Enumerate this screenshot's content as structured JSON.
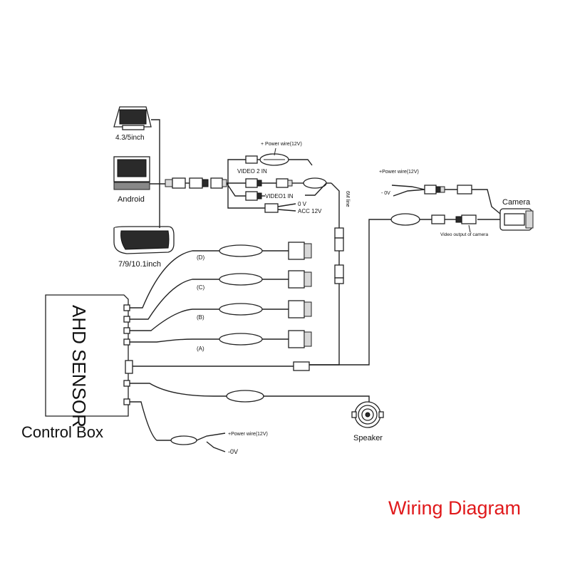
{
  "labels": {
    "monitor_small": "4.3/5inch",
    "monitor_android": "Android",
    "monitor_mirror": "7/9/10.1inch",
    "power_top": "+ Power wire(12V)",
    "video2": "VIDEO 2 IN",
    "video1": "VIDEO1 IN",
    "zero_v_top": "0 V",
    "acc": "ACC 12V",
    "six_m_line": "6M line",
    "power_cam": "+Power wire(12V)",
    "zero_v_cam": "- 0V",
    "camera": "Camera",
    "video_output": "Video output of camera",
    "sensor_d": "(D)",
    "sensor_c": "(C)",
    "sensor_b": "(B)",
    "sensor_a": "(A)",
    "control_box_inner": "AHD SENSOR",
    "control_box": "Control Box",
    "speaker": "Speaker",
    "power_box": "+Power wire(12V)",
    "zero_v_box": "-0V",
    "title": "Wiring Diagram"
  },
  "colors": {
    "title": "#e0191b",
    "ink": "#222222"
  }
}
